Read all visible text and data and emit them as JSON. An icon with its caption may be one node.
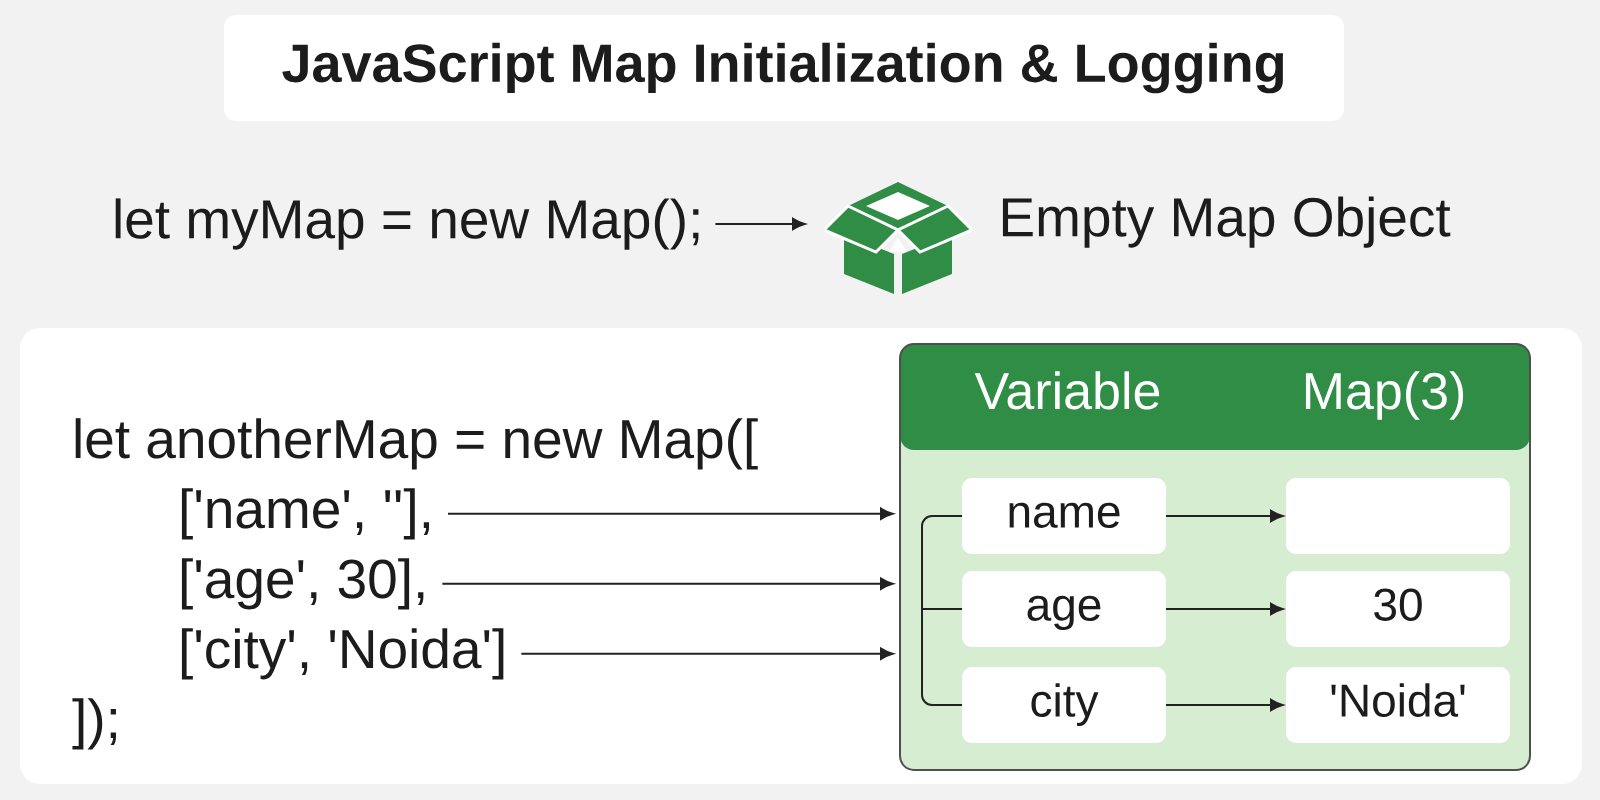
{
  "diagram": {
    "title": "JavaScript Map Initialization & Logging",
    "nodes": [
      {
        "text": [
          "let myMap = new Map();"
        ]
      },
      {
        "text": [],
        "shape": "picture",
        "beside": [
          "Empty Map Object"
        ]
      },
      {
        "text": [],
        "shape": "box"
      },
      {
        "text": [
          "let anotherMap = new Map(["
        ],
        "in": 2
      },
      {
        "text": [
          "['name', ''],"
        ],
        "in": 2
      },
      {
        "text": [
          "['age', 30],"
        ],
        "in": 2
      },
      {
        "text": [
          "['city', 'Noida']"
        ],
        "in": 2
      },
      {
        "text": [
          "]);"
        ],
        "in": 2
      },
      {
        "text": [
          "Variable",
          "Map(3)"
        ],
        "in": 2
      },
      {
        "text": [
          "name"
        ],
        "in": 8
      },
      {
        "text": [],
        "shape": "box",
        "in": 8
      },
      {
        "text": [
          "age"
        ],
        "in": 8
      },
      {
        "text": [
          "30"
        ],
        "in": 8
      },
      {
        "text": [
          "city"
        ],
        "in": 8
      },
      {
        "text": [
          "'Noida'"
        ],
        "in": 8
      }
    ],
    "edges": [
      {
        "from": 0,
        "to": 1,
        "arrow": "to"
      },
      {
        "from": 4,
        "to": 8,
        "arrow": "to"
      },
      {
        "from": 5,
        "to": 8,
        "arrow": "to"
      },
      {
        "from": 6,
        "to": 8,
        "arrow": "to"
      },
      {
        "from": 9,
        "to": 10,
        "arrow": "to"
      },
      {
        "from": 11,
        "to": 12,
        "arrow": "to"
      },
      {
        "from": 13,
        "to": 14,
        "arrow": "to"
      },
      {
        "from": null,
        "to": 9,
        "arrow": "none"
      },
      {
        "from": null,
        "to": 11,
        "arrow": "none"
      },
      {
        "from": null,
        "to": 13,
        "arrow": "none"
      }
    ]
  }
}
